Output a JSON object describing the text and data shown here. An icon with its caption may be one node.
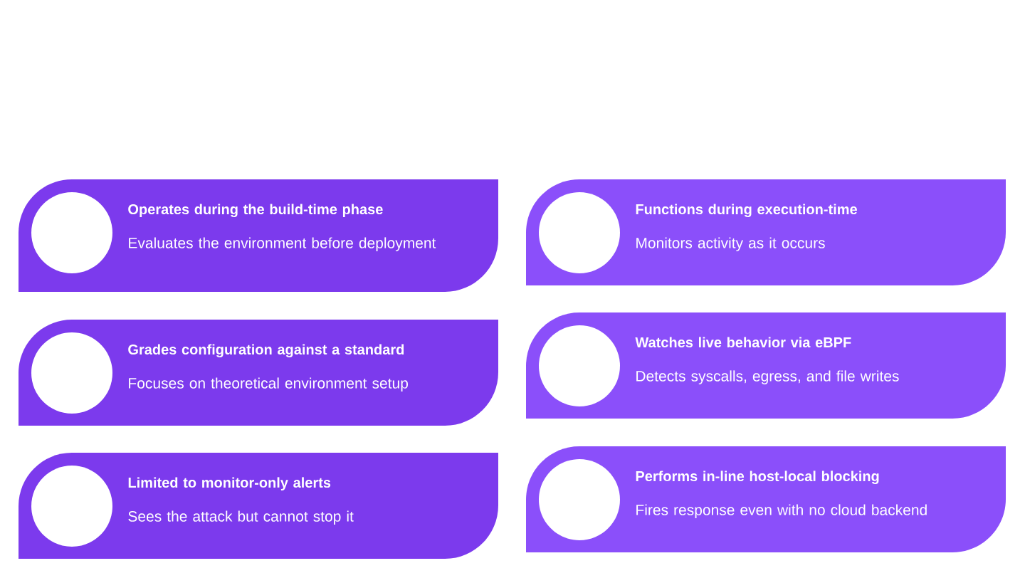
{
  "diagram": {
    "nodes": [
      {
        "text": [
          "Operates during the build-time phase",
          "Evaluates the environment before deployment"
        ]
      },
      {
        "text": [],
        "shape": "circle",
        "in": 0
      },
      {
        "text": [
          "Functions during execution-time",
          "Monitors activity as it occurs"
        ]
      },
      {
        "text": [],
        "shape": "circle",
        "in": 2
      },
      {
        "text": [
          "Grades configuration against a standard",
          "Focuses on theoretical environment setup"
        ]
      },
      {
        "text": [],
        "shape": "circle",
        "in": 4
      },
      {
        "text": [
          "Watches live behavior via eBPF",
          "Detects syscalls, egress, and file writes"
        ]
      },
      {
        "text": [],
        "shape": "circle",
        "in": 6
      },
      {
        "text": [
          "Limited to monitor-only alerts",
          "Sees the attack but cannot stop it"
        ]
      },
      {
        "text": [],
        "shape": "circle",
        "in": 8
      },
      {
        "text": [
          "Performs in-line host-local blocking",
          "Fires response even with no cloud backend"
        ]
      },
      {
        "text": [],
        "shape": "circle",
        "in": 10
      }
    ],
    "edges": []
  }
}
